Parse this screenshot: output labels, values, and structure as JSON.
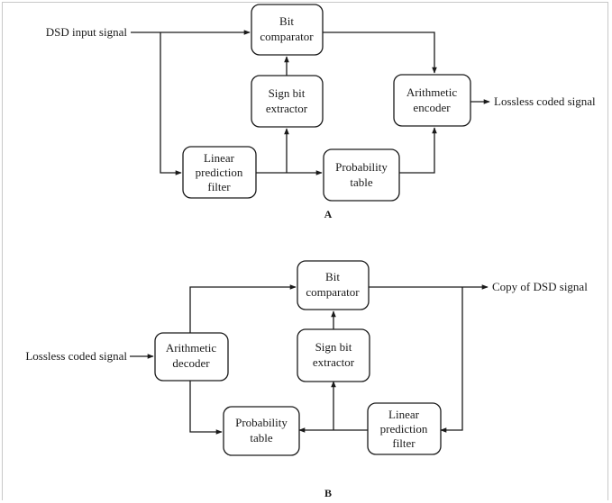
{
  "diagram_a": {
    "caption": "A",
    "input_label": "DSD input signal",
    "output_label": "Lossless coded signal",
    "blocks": {
      "bit_comparator": [
        "Bit",
        "comparator"
      ],
      "sign_bit_extractor": [
        "Sign bit",
        "extractor"
      ],
      "arithmetic_encoder": [
        "Arithmetic",
        "encoder"
      ],
      "linear_prediction_filter": [
        "Linear",
        "prediction",
        "filter"
      ],
      "probability_table": [
        "Probability",
        "table"
      ]
    }
  },
  "diagram_b": {
    "caption": "B",
    "input_label": "Lossless coded signal",
    "output_label": "Copy of DSD signal",
    "blocks": {
      "bit_comparator": [
        "Bit",
        "comparator"
      ],
      "arithmetic_decoder": [
        "Arithmetic",
        "decoder"
      ],
      "sign_bit_extractor": [
        "Sign bit",
        "extractor"
      ],
      "probability_table": [
        "Probability",
        "table"
      ],
      "linear_prediction_filter": [
        "Linear",
        "prediction",
        "filter"
      ]
    }
  },
  "colors": {
    "stroke": "#1a1a1a",
    "background": "#ffffff"
  }
}
